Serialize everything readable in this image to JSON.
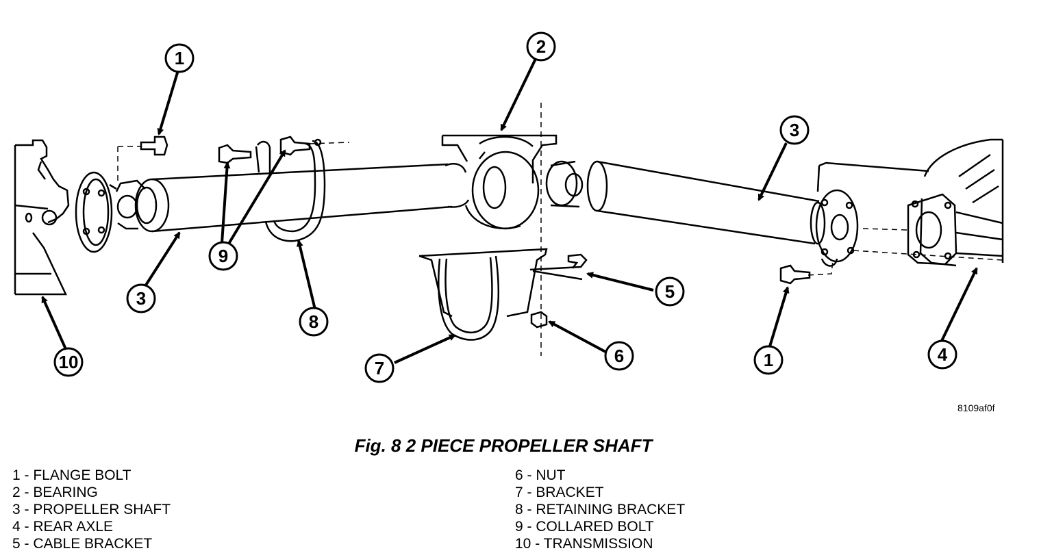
{
  "figure": {
    "code": "8109af0f",
    "caption": "Fig. 8 2 PIECE PROPELLER SHAFT"
  },
  "callouts": [
    {
      "id": "c1a",
      "label": "1"
    },
    {
      "id": "c2",
      "label": "2"
    },
    {
      "id": "c3a",
      "label": "3"
    },
    {
      "id": "c3b",
      "label": "3"
    },
    {
      "id": "c4",
      "label": "4"
    },
    {
      "id": "c5",
      "label": "5"
    },
    {
      "id": "c6",
      "label": "6"
    },
    {
      "id": "c7",
      "label": "7"
    },
    {
      "id": "c8",
      "label": "8"
    },
    {
      "id": "c9",
      "label": "9"
    },
    {
      "id": "c10",
      "label": "10"
    },
    {
      "id": "c1b",
      "label": "1"
    }
  ],
  "legend": {
    "left": [
      "1 - FLANGE BOLT",
      "2 - BEARING",
      "3 - PROPELLER SHAFT",
      "4 - REAR AXLE",
      "5 - CABLE BRACKET"
    ],
    "right": [
      "6 - NUT",
      "7 - BRACKET",
      "8 - RETAINING BRACKET",
      "9 - COLLARED BOLT",
      "10 - TRANSMISSION"
    ]
  }
}
